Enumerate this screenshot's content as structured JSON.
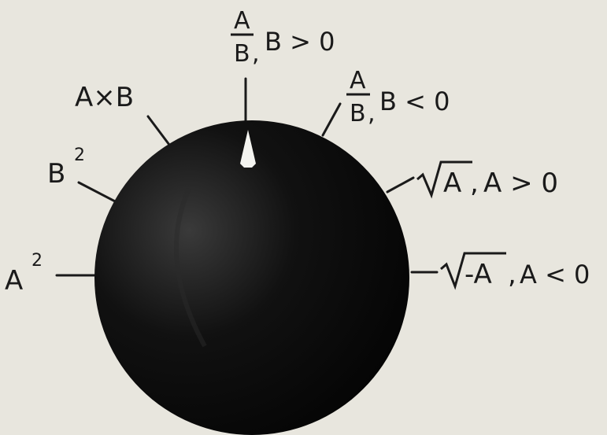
{
  "dial": {
    "positions": [
      {
        "id": "a-squared",
        "base": "A",
        "sup": "2"
      },
      {
        "id": "b-squared",
        "base": "B",
        "sup": "2"
      },
      {
        "id": "a-times-b",
        "text": "A×B"
      },
      {
        "id": "a-over-b-pos",
        "num": "A",
        "den": "B",
        "cond": "B > 0"
      },
      {
        "id": "a-over-b-neg",
        "num": "A",
        "den": "B",
        "cond": "B < 0"
      },
      {
        "id": "sqrt-a",
        "rad": "A",
        "cond": "A > 0"
      },
      {
        "id": "sqrt-neg-a",
        "rad": "-A",
        "cond": "A < 0"
      }
    ],
    "selected": "a-over-b-pos"
  }
}
